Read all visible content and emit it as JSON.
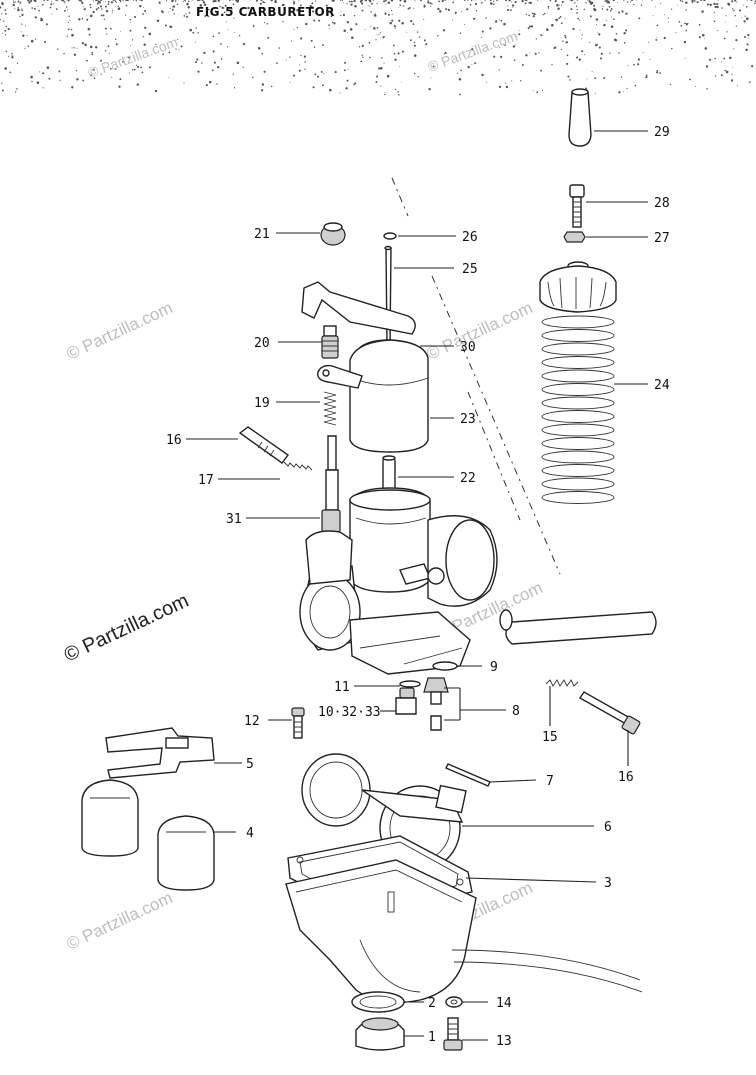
{
  "figure_title": "FIG.5  CARBURETOR",
  "watermark": "© Partzilla.com",
  "callouts": {
    "c1": "1",
    "c2": "2",
    "c3": "3",
    "c4": "4",
    "c5": "5",
    "c6": "6",
    "c7": "7",
    "c8": "8",
    "c9": "9",
    "c10": "10·32·33",
    "c11": "11",
    "c12": "12",
    "c13": "13",
    "c14": "14",
    "c15": "15",
    "c16a": "16",
    "c16b": "16",
    "c17": "17",
    "c19": "19",
    "c20": "20",
    "c21": "21",
    "c22": "22",
    "c23": "23",
    "c24": "24",
    "c25": "25",
    "c26": "26",
    "c27": "27",
    "c28": "28",
    "c29": "29",
    "c30": "30",
    "c31": "31"
  }
}
